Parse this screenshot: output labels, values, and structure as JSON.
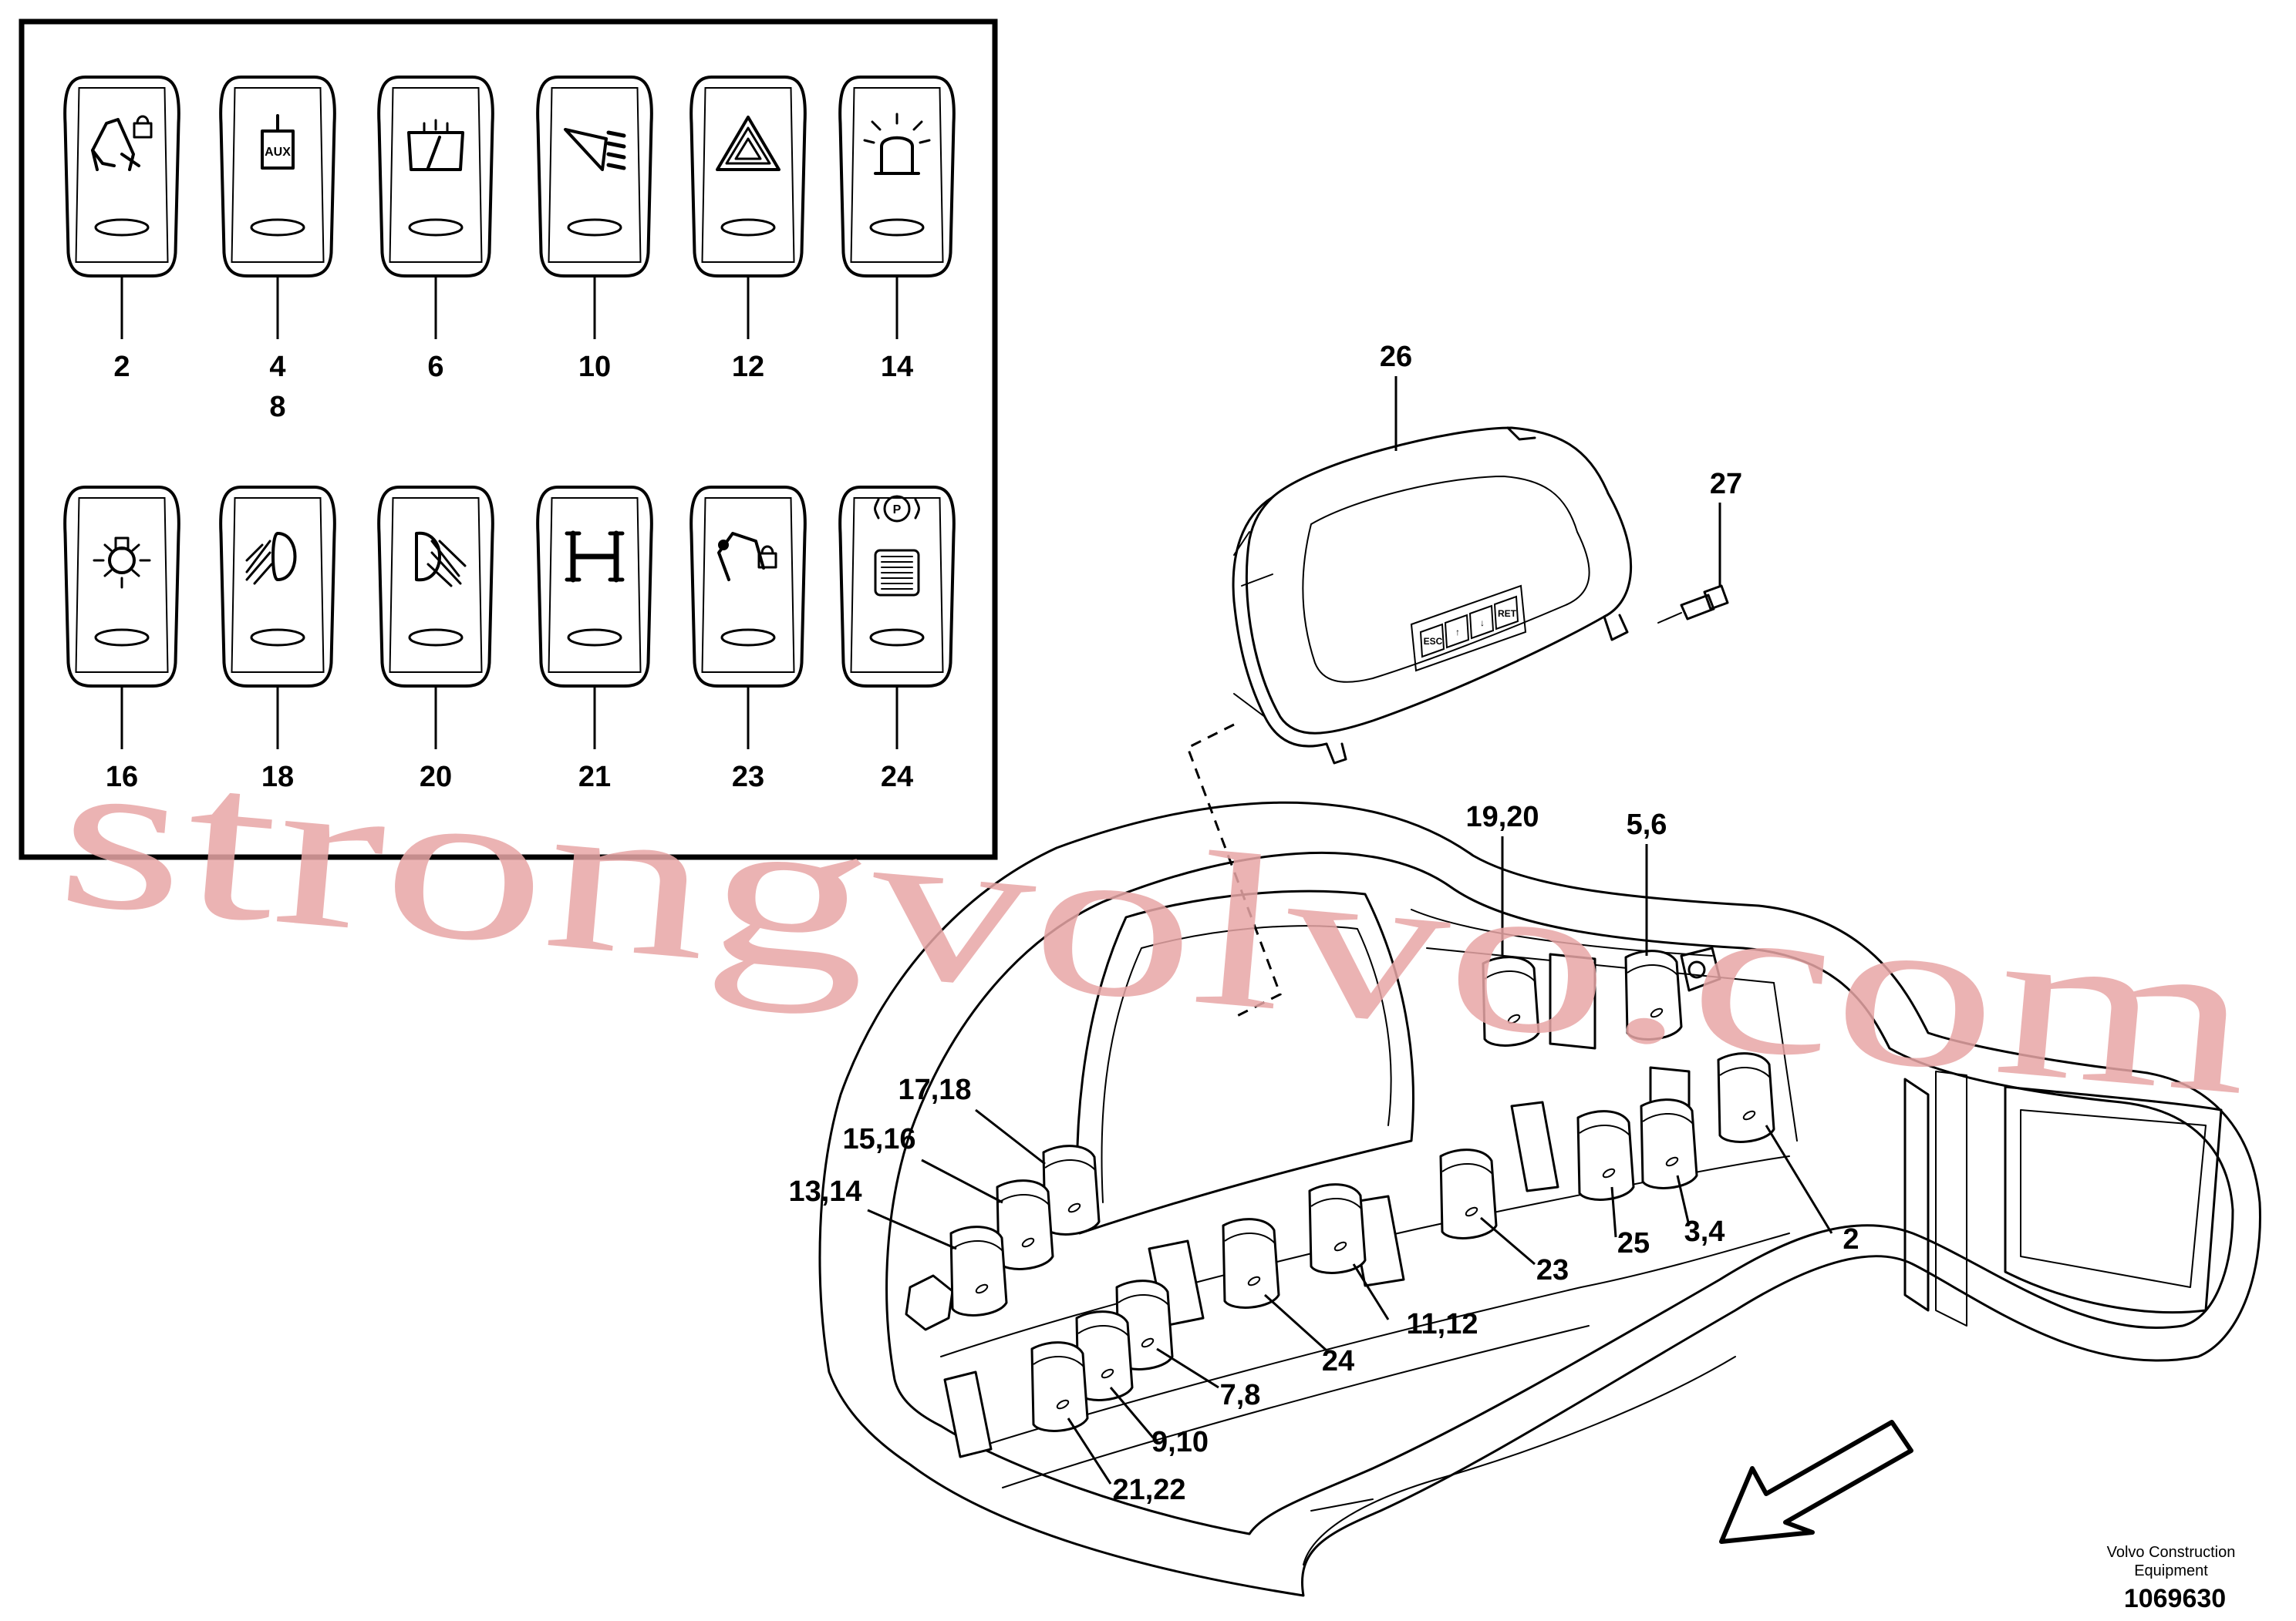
{
  "legend_switches": [
    {
      "label": "2",
      "icon": "excavator-lock-icon"
    },
    {
      "label": "4",
      "label2": "8",
      "icon": "aux-icon"
    },
    {
      "label": "6",
      "icon": "wiper-icon"
    },
    {
      "label": "10",
      "icon": "work-light-icon"
    },
    {
      "label": "12",
      "icon": "hazard-warning-icon"
    },
    {
      "label": "14",
      "icon": "beacon-icon"
    },
    {
      "label": "16",
      "icon": "cab-light-icon"
    },
    {
      "label": "18",
      "icon": "low-beam-icon"
    },
    {
      "label": "20",
      "icon": "high-beam-icon"
    },
    {
      "label": "21",
      "icon": "travel-mode-icon"
    },
    {
      "label": "23",
      "icon": "arm-lock-icon"
    },
    {
      "label": "24",
      "icon": "parking-brake-icon"
    }
  ],
  "callouts": {
    "display": "26",
    "screw": "27",
    "c19_20": "19,20",
    "c5_6": "5,6",
    "c17_18": "17,18",
    "c15_16": "15,16",
    "c13_14": "13,14",
    "c2": "2",
    "c23": "23",
    "c25": "25",
    "c3_4": "3,4",
    "c24": "24",
    "c11_12": "11,12",
    "c7_8": "7,8",
    "c9_10": "9,10",
    "c21_22": "21,22"
  },
  "display_buttons": [
    "ESC",
    "↑",
    "↓",
    "RET"
  ],
  "footer": {
    "company_line1": "Volvo Construction",
    "company_line2": "Equipment",
    "drawing_number": "1069630"
  },
  "watermark": "strongvolvo.com"
}
